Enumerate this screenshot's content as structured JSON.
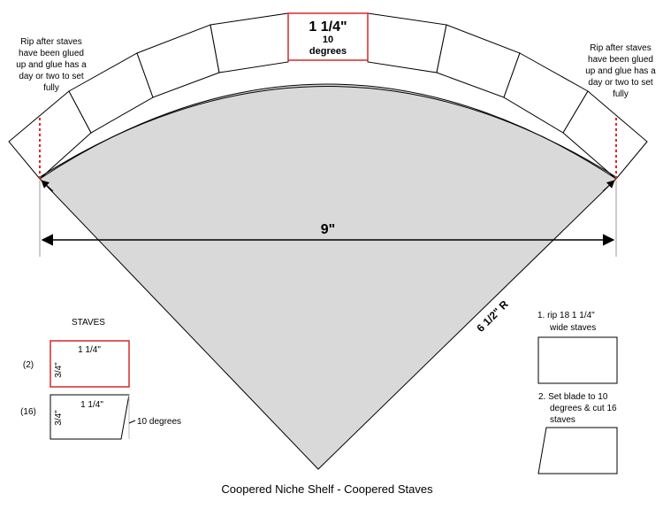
{
  "title": "Coopered Niche Shelf - Coopered Staves",
  "top_stave": {
    "width": "1 1/4\"",
    "angle_line1": "10",
    "angle_line2": "degrees"
  },
  "left_note": [
    "Rip after staves",
    "have been glued",
    "up and glue has a",
    "day or two to set",
    "fully"
  ],
  "right_note": [
    "Rip after staves",
    "have been glued",
    "up and glue has a",
    "day or two to set",
    "fully"
  ],
  "span_label": "9\"",
  "radius_label": "6 1/2\" R",
  "staves_legend": {
    "heading": "STAVES",
    "square": {
      "count": "(2)",
      "width": "1 1/4\"",
      "thickness": "3/4\""
    },
    "angled": {
      "count": "(16)",
      "width": "1 1/4\"",
      "thickness": "3/4\"",
      "angle": "10 degrees"
    }
  },
  "steps": [
    {
      "line1": "1. rip 18  1 1/4\"",
      "line2": "wide staves"
    },
    {
      "line1": "2. Set blade to 10",
      "line2": "degrees & cut 16",
      "line3": "staves"
    }
  ],
  "colors": {
    "sector_fill": "#d9d9d9",
    "highlight": "#d62a2a",
    "red_dash": "#d62a2a"
  }
}
